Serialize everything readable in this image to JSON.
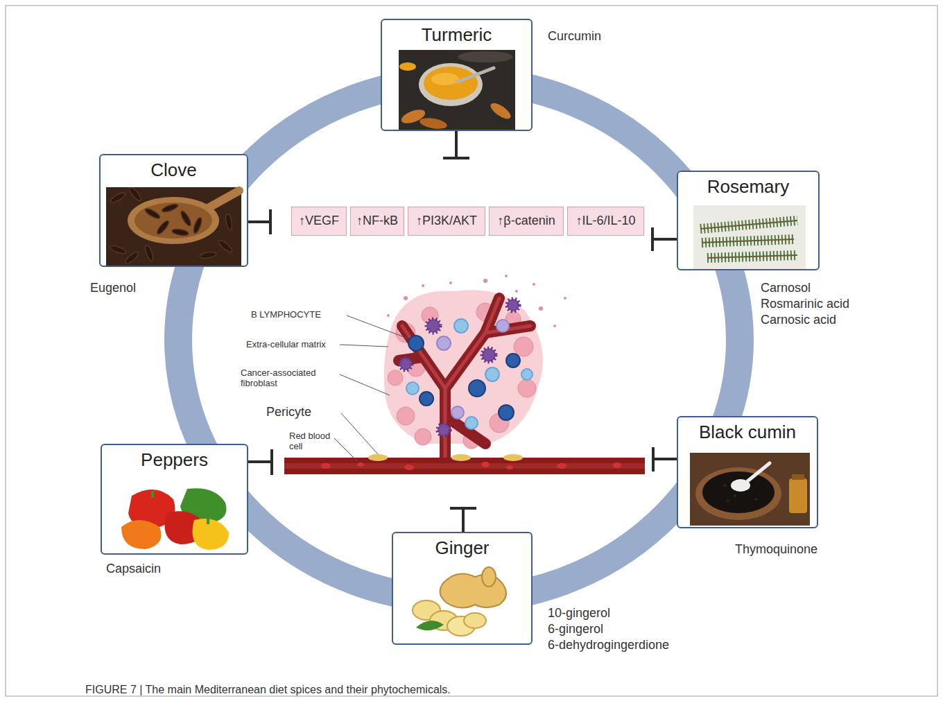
{
  "diagram": {
    "caption": "FIGURE 7 | The main Mediterranean diet spices and their phytochemicals.",
    "nodes": [
      {
        "text": [
          "Turmeric"
        ]
      },
      {
        "text": [
          "Clove"
        ]
      },
      {
        "text": [
          "Rosemary"
        ]
      },
      {
        "text": [
          "↑VEGF"
        ]
      },
      {
        "text": [
          "↑NF-kB"
        ]
      },
      {
        "text": [
          "↑PI3K/AKT"
        ]
      },
      {
        "text": [
          "↑β-catenin"
        ]
      },
      {
        "text": [
          "↑IL-6/IL-10"
        ]
      },
      {
        "text": [
          "Black cumin"
        ]
      },
      {
        "text": [
          "Peppers"
        ]
      },
      {
        "text": [
          "Ginger"
        ]
      }
    ],
    "labels": [
      "Curcumin",
      "Eugenol",
      "Carnosol",
      "Rosmarinic acid",
      "Carnosic acid",
      "B LYMPHOCYTE",
      "Extra-cellular matrix",
      "Cancer-associated fibroblast",
      "Pericyte",
      "Red blood cell",
      "Thymoquinone",
      "Capsaicin",
      "10-gingerol",
      "6-gingerol",
      "6-dehydrogingerdione"
    ]
  }
}
